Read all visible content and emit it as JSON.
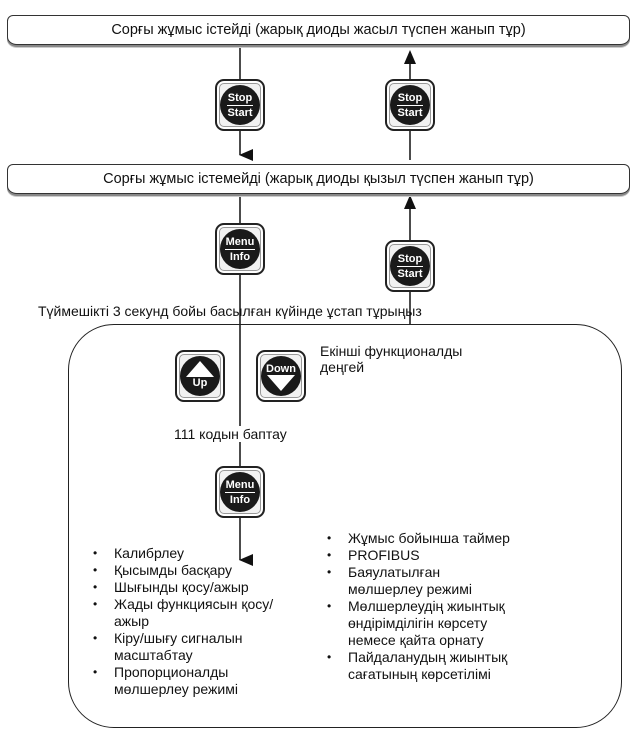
{
  "states": {
    "running": "Сорғы жұмыс істейді (жарық диоды жасыл түспен жанып тұр)",
    "stopped": "Сорғы жұмыс істемейді (жарық диоды қызыл түспен жанып тұр)"
  },
  "keys": {
    "stop_start": {
      "top": "Stop",
      "bottom": "Start"
    },
    "menu_info": {
      "top": "Menu",
      "bottom": "Info"
    },
    "up": "Up",
    "down": "Down"
  },
  "hold_instruction": "Түймешікті 3 секунд бойы басылған күйінде ұстап тұрыңыз",
  "second_level": {
    "title_line1": "Екінші функционалды",
    "title_line2": "деңгей",
    "code_instruction": "111 кодын баптау",
    "left_items": [
      "Калибрлеу",
      "Қысымды басқару",
      "Шығынды қосу/ажыр",
      [
        "Жады функциясын қосу/",
        "ажыр"
      ],
      [
        "Кіру/шығу сигналын",
        "масштабтау"
      ],
      [
        "Пропорционалды",
        "мөлшерлеу режимі"
      ]
    ],
    "right_items": [
      "Жұмыс бойынша таймер",
      "PROFIBUS",
      [
        "Баяулатылған",
        "мөлшерлеу режимі"
      ],
      [
        "Мөлшерлеудің жиынтық",
        "өндірімділігін көрсету",
        "немесе қайта орнату"
      ],
      [
        "Пайдаланудың жиынтық",
        "сағатының көрсетілімі"
      ]
    ]
  }
}
